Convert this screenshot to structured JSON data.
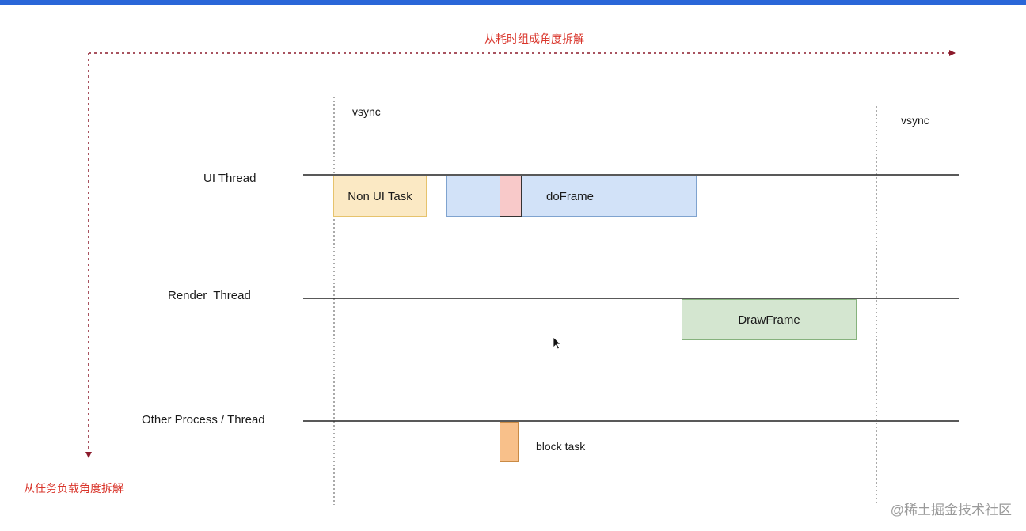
{
  "top_axis_label": "从耗时组成角度拆解",
  "left_axis_label": "从任务负载角度拆解",
  "vsync_left": "vsync",
  "vsync_right": "vsync",
  "threads": {
    "ui": "UI Thread",
    "render": "Render  Thread",
    "other": "Other Process / Thread"
  },
  "tasks": {
    "non_ui": "Non UI Task",
    "do_frame": "doFrame",
    "draw_frame": "DrawFrame",
    "block_task": "block task"
  },
  "watermark": "@稀土掘金技术社区",
  "colors": {
    "accent": "#2a66d8",
    "arrow": "#8b1a2b",
    "non_ui_fill": "#fbe9c4",
    "non_ui_border": "#e6c36d",
    "do_frame_fill": "#d2e2f8",
    "do_frame_border": "#7fa3cf",
    "pink_fill": "#f8c9c9",
    "draw_frame_fill": "#d4e6d0",
    "draw_frame_border": "#86b27d",
    "block_fill": "#f8c08a",
    "block_border": "#c98a45"
  }
}
